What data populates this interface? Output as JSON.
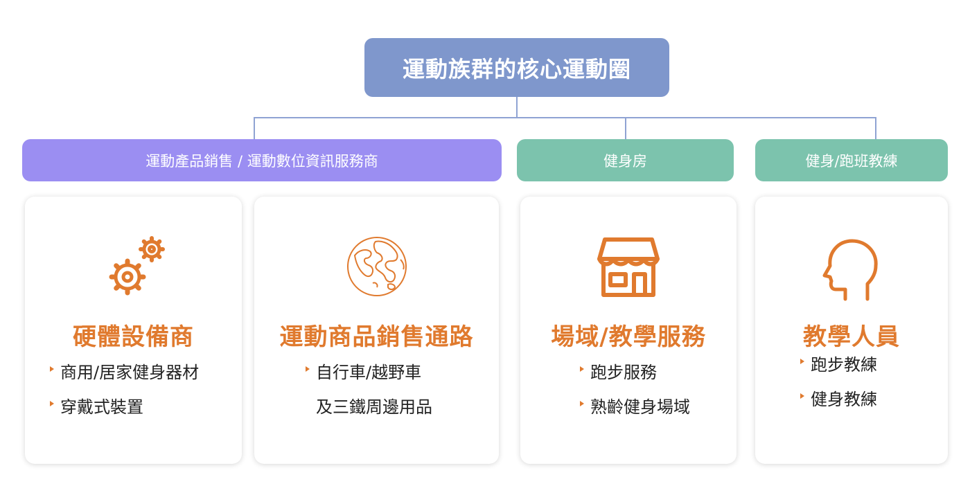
{
  "colors": {
    "root": "#7f97cc",
    "category_purple": "#9b8ef2",
    "category_green": "#7cc3ad",
    "accent": "#e07a2e",
    "connector": "#8fa3d3"
  },
  "root": {
    "label": "運動族群的核心運動圈"
  },
  "categories": [
    {
      "label": "運動產品銷售 / 運動數位資訊服務商"
    },
    {
      "label": "健身房"
    },
    {
      "label": "健身/跑班教練"
    }
  ],
  "cards": [
    {
      "icon": "gears-icon",
      "title": "硬體設備商",
      "items": [
        "商用/居家健身器材",
        "穿戴式裝置"
      ]
    },
    {
      "icon": "globe-icon",
      "title": "運動商品銷售通路",
      "items": [
        "自行車/越野車",
        "及三鐵周邊用品"
      ]
    },
    {
      "icon": "storefront-icon",
      "title": "場域/教學服務",
      "items": [
        "跑步服務",
        "熟齡健身場域"
      ]
    },
    {
      "icon": "head-profile-icon",
      "title": "教學人員",
      "items": [
        "跑步教練",
        "健身教練"
      ]
    }
  ]
}
